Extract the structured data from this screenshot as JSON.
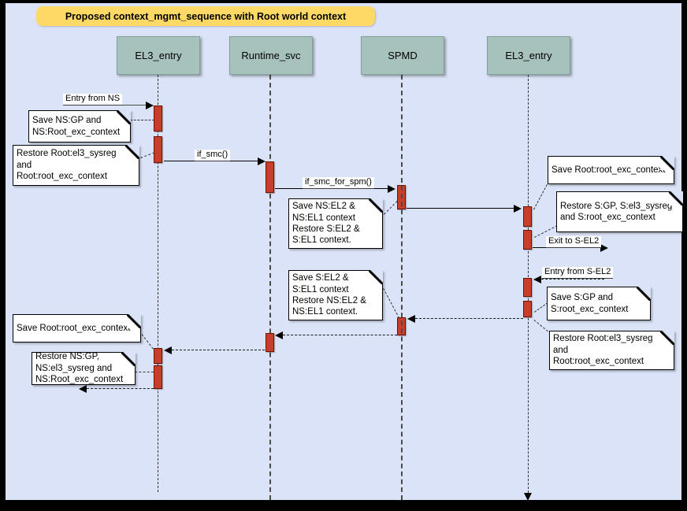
{
  "title": "Proposed context_mgmt_sequence with Root world context",
  "actors": [
    {
      "label": "EL3_entry"
    },
    {
      "label": "Runtime_svc"
    },
    {
      "label": "SPMD"
    },
    {
      "label": "EL3_entry"
    }
  ],
  "messages": {
    "entry_from_ns": "Entry from NS",
    "if_smc": "if_smc()",
    "if_smc_for_spm": "if_smc_for_spm()",
    "exit_to_s_el2": "Exit to S-EL2",
    "entry_from_s_el2": "Entry from S-EL2"
  },
  "notes": {
    "save_ns_gp": "Save NS:GP and\nNS:Root_exc_context",
    "restore_root_left": "Restore Root:el3_sysreg\nand\nRoot:root_exc_context",
    "save_ns_el2": "Save NS:EL2 &\nNS:EL1 context\nRestore S:EL2 &\nS:EL1 context.",
    "save_root_rec_right": "Save Root:root_exc_context",
    "restore_s_gp": "Restore S:GP, S:el3_sysreg\nand S:root_exc_context",
    "save_s_el2": "Save S:EL2 &\nS:EL1 context\nRestore NS:EL2 &\nNS:EL1 context.",
    "save_s_gp": "Save S:GP and\nS:root_exc_context",
    "restore_root_right": "Restore Root:el3_sysreg\nand\nRoot:root_exc_context",
    "save_root_rec_left": "Save Root:root_exc_context",
    "restore_ns_gp": "Restore NS:GP,\nNS:el3_sysreg and\nNS:Root_exc_context"
  },
  "colors": {
    "background": "#dbe3f8",
    "frame": "#000000",
    "title_bg": "#ffd966",
    "actor_fill": "#a7c2bc",
    "activation_fill": "#c73f2b",
    "note_fill": "#ffffff"
  }
}
